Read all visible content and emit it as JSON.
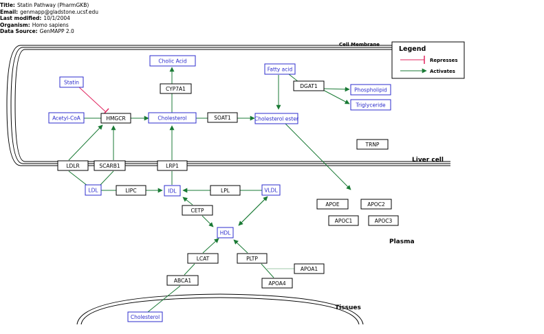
{
  "header": {
    "title_label": "Title:",
    "title": "Statin Pathway (PharmGKB)",
    "email_label": "Email:",
    "email": "genmapp@gladstone.ucsf.edu",
    "modified_label": "Last modified:",
    "modified": "10/1/2004",
    "organism_label": "Organism:",
    "organism": "Homo sapiens",
    "source_label": "Data Source:",
    "source": "GenMAPP 2.0"
  },
  "regions": {
    "cell_membrane": "Cell Membrane",
    "liver_cell": "Liver cell",
    "plasma": "Plasma",
    "tissues": "Tissues"
  },
  "legend": {
    "title": "Legend",
    "represses": "Represses",
    "activates": "Activates",
    "represses_color": "#e0245e",
    "activates_color": "#1a7a35"
  },
  "colors": {
    "metabolite": "#2b2bcc",
    "gene": "#000000",
    "edge": "#1a7a35",
    "inhibit": "#e0245e"
  },
  "nodes": {
    "cholic_acid": "Cholic Acid",
    "cyp7a1": "CYP7A1",
    "statin": "Statin",
    "fatty_acid": "Fatty acid",
    "dgat1": "DGAT1",
    "phospholipid": "Phospholipid",
    "triglyceride": "Triglyceride",
    "acetyl_coa": "Acetyl-CoA",
    "hmgcr": "HMGCR",
    "cholesterol": "Cholesterol",
    "soat1": "SOAT1",
    "cholesterol_ester": "Cholesterol ester",
    "trnp": "TRNP",
    "ldlr": "LDLR",
    "scarb1": "SCARB1",
    "lrp1": "LRP1",
    "ldl": "LDL",
    "lipc": "LIPC",
    "idl": "IDL",
    "lpl": "LPL",
    "vldl": "VLDL",
    "apoe": "APOE",
    "apoc2": "APOC2",
    "apoc1": "APOC1",
    "apoc3": "APOC3",
    "cetp": "CETP",
    "hdl": "HDL",
    "lcat": "LCAT",
    "pltp": "PLTP",
    "apoa1": "APOA1",
    "abca1": "ABCA1",
    "apoa4": "APOA4",
    "tissue_cholesterol": "Cholesterol"
  }
}
